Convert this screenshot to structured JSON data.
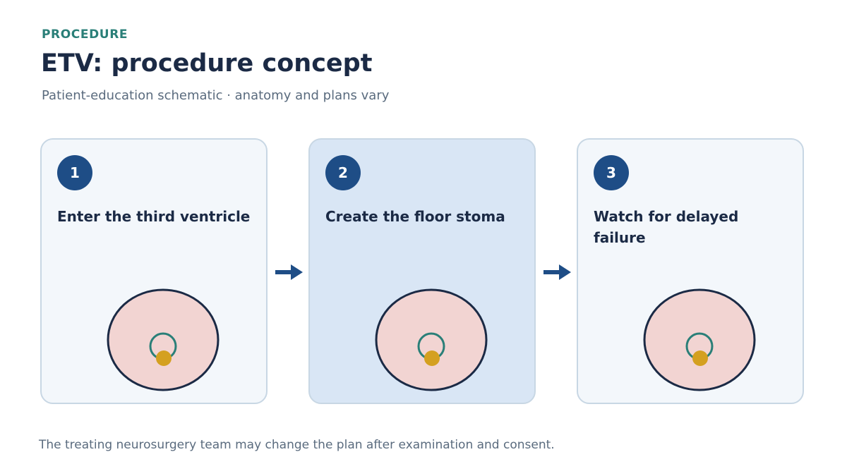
{
  "header": {
    "eyebrow": "PROCEDURE",
    "title": "ETV: procedure concept",
    "subtitle": "Patient-education schematic · anatomy and plans vary"
  },
  "steps": [
    {
      "number": "1",
      "title": "Enter the third ventricle",
      "active": false
    },
    {
      "number": "2",
      "title": "Create the floor stoma",
      "active": true
    },
    {
      "number": "3",
      "title": "Watch for delayed failure",
      "active": false
    }
  ],
  "footnote": "The treating neurosurgery team may change the plan after examination and consent.",
  "colors": {
    "accent": "#2a7f78",
    "primary": "#1e4d86",
    "text": "#1b2a45",
    "muted": "#5a6b7e",
    "card_bg": "#f3f7fb",
    "card_active_bg": "#d9e6f5",
    "card_border": "#c8d7e4",
    "tissue": "#f2d4d2",
    "stoma_ring": "#2a7f78",
    "marker": "#d4a020"
  }
}
